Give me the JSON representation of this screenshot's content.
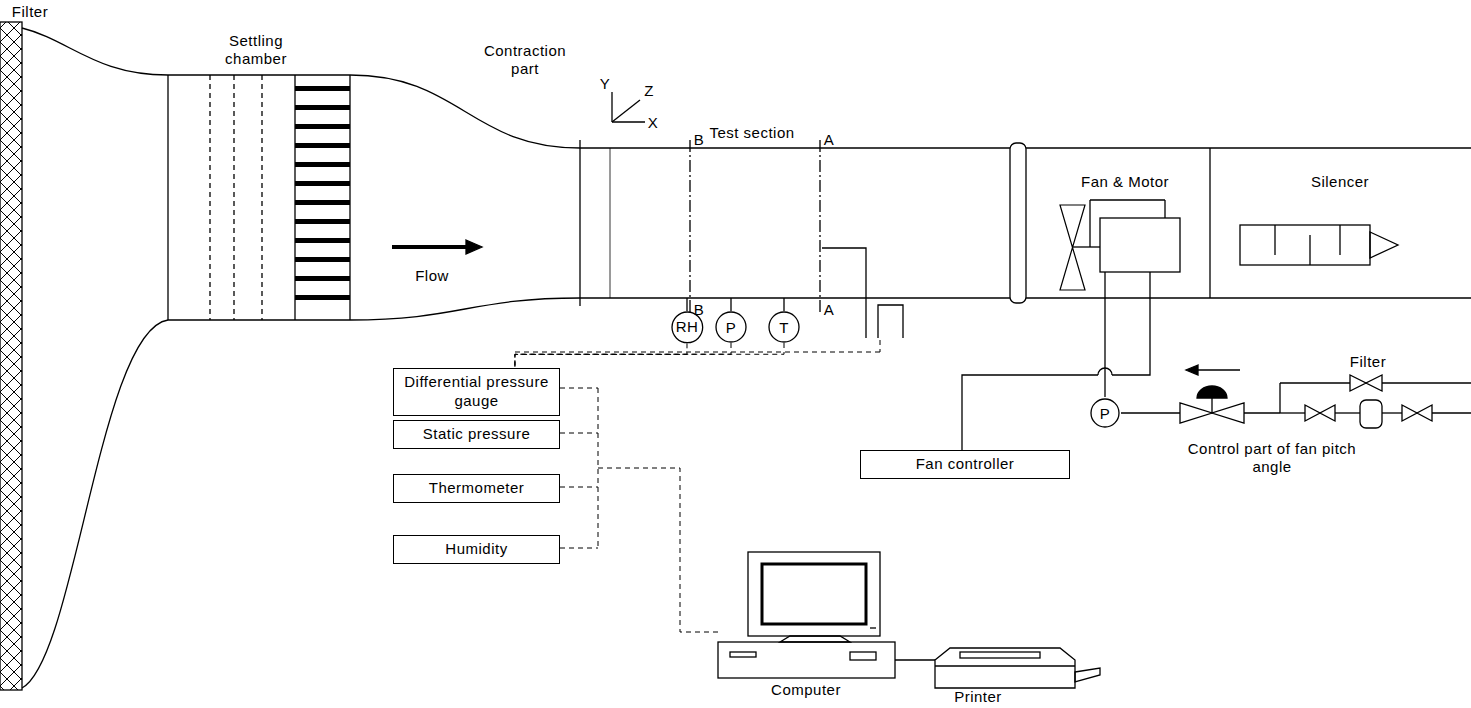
{
  "diagram": {
    "nodes": [
      {
        "text": [
          "RH"
        ]
      },
      {
        "text": [
          "P"
        ]
      },
      {
        "text": [
          "T"
        ]
      },
      {
        "text": [
          "Differential pressure gauge"
        ]
      },
      {
        "text": [
          "Static pressure"
        ]
      },
      {
        "text": [
          "Thermometer"
        ]
      },
      {
        "text": [
          "Humidity"
        ]
      },
      {
        "text": [
          "Fan controller"
        ]
      },
      {
        "text": [
          "P"
        ]
      }
    ],
    "edges": [
      {
        "from": 0,
        "to": 3,
        "arrow": "none"
      },
      {
        "from": 1,
        "to": 3,
        "arrow": "none"
      },
      {
        "from": 2,
        "to": 3,
        "arrow": "none"
      }
    ],
    "labels": [
      "Filter",
      "Settling chamber",
      "Contraction part",
      "Y",
      "Z",
      "X",
      "Test section",
      "B",
      "A",
      "Flow",
      "B",
      "A",
      "Fan & Motor",
      "Silencer",
      "Filter",
      "Control part of fan pitch angle",
      "Computer",
      "Printer"
    ]
  }
}
